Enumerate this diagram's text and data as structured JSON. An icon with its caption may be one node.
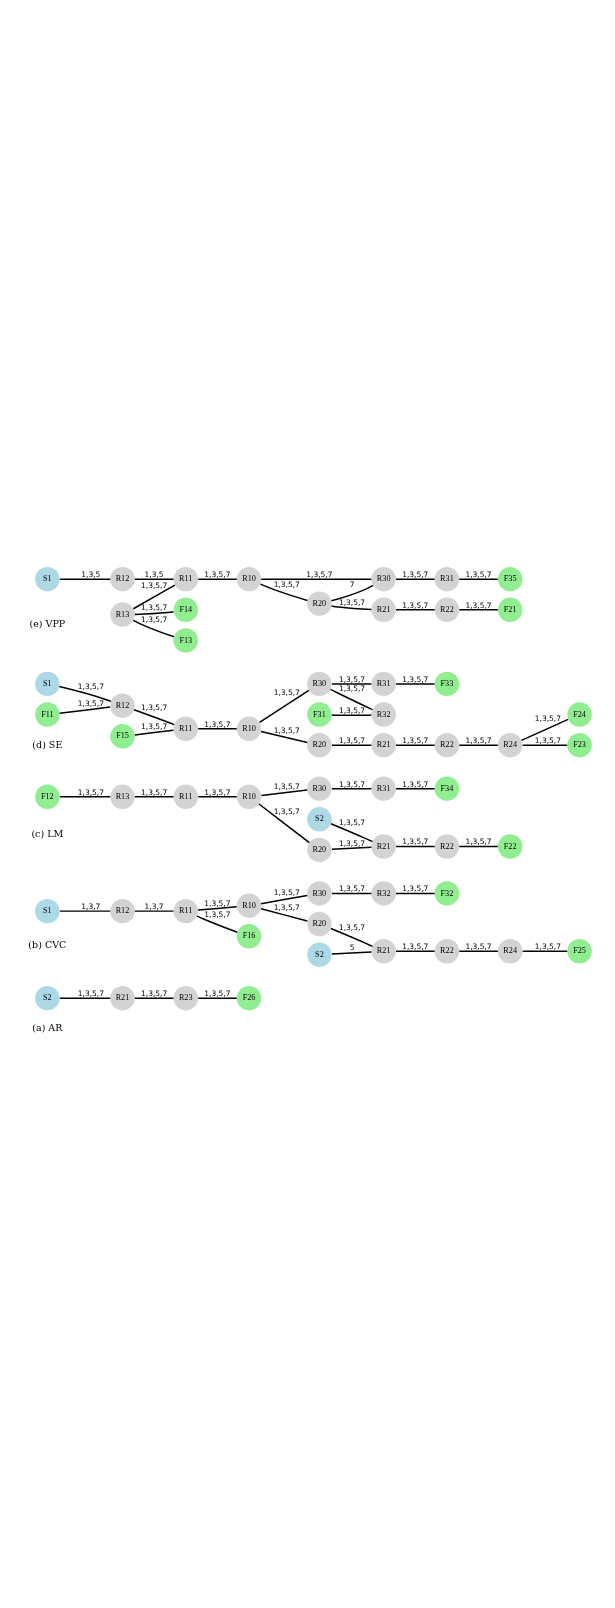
{
  "diagram": {
    "nodes": [
      {
        "text": [
          "S2"
        ]
      },
      {
        "text": [
          "R21"
        ]
      },
      {
        "text": [
          "R23"
        ]
      },
      {
        "text": [
          "F26"
        ]
      },
      {
        "text": [
          "S1"
        ]
      },
      {
        "text": [
          "R12"
        ]
      },
      {
        "text": [
          "R11"
        ]
      },
      {
        "text": [
          "F16"
        ]
      },
      {
        "text": [
          "R10"
        ]
      },
      {
        "text": [
          "R20"
        ]
      },
      {
        "text": [
          "S2"
        ]
      },
      {
        "text": [
          "R21"
        ]
      },
      {
        "text": [
          "R22"
        ]
      },
      {
        "text": [
          "R24"
        ]
      },
      {
        "text": [
          "F25"
        ]
      },
      {
        "text": [
          "R30"
        ]
      },
      {
        "text": [
          "R32"
        ]
      },
      {
        "text": [
          "F32"
        ]
      },
      {
        "text": [
          "S2"
        ]
      },
      {
        "text": [
          "F22"
        ]
      },
      {
        "text": [
          "R22"
        ]
      },
      {
        "text": [
          "F12"
        ]
      },
      {
        "text": [
          "R11"
        ]
      },
      {
        "text": [
          "R21"
        ]
      },
      {
        "text": [
          "R13"
        ]
      },
      {
        "text": [
          "R10"
        ]
      },
      {
        "text": [
          "R20"
        ]
      },
      {
        "text": [
          "R30"
        ]
      },
      {
        "text": [
          "R31"
        ]
      },
      {
        "text": [
          "F34"
        ]
      },
      {
        "text": [
          "S1"
        ]
      },
      {
        "text": [
          "F11"
        ]
      },
      {
        "text": [
          "F15"
        ]
      },
      {
        "text": [
          "R12"
        ]
      },
      {
        "text": [
          "R22"
        ]
      },
      {
        "text": [
          "F23"
        ]
      },
      {
        "text": [
          "R11"
        ]
      },
      {
        "text": [
          "R21"
        ]
      },
      {
        "text": [
          "R24"
        ]
      },
      {
        "text": [
          "R10"
        ]
      },
      {
        "text": [
          "R20"
        ]
      },
      {
        "text": [
          "F24"
        ]
      },
      {
        "text": [
          "R30"
        ]
      },
      {
        "text": [
          "F31"
        ]
      },
      {
        "text": [
          "F33"
        ]
      },
      {
        "text": [
          "R32"
        ]
      },
      {
        "text": [
          "R31"
        ]
      },
      {
        "text": [
          "S1"
        ]
      },
      {
        "text": [
          "F21"
        ]
      },
      {
        "text": [
          "R12"
        ]
      },
      {
        "text": [
          "R22"
        ]
      },
      {
        "text": [
          "R11"
        ]
      },
      {
        "text": [
          "R21"
        ]
      },
      {
        "text": [
          "R13"
        ]
      },
      {
        "text": [
          "R10"
        ]
      },
      {
        "text": [
          "R20"
        ]
      },
      {
        "text": [
          "F13"
        ]
      },
      {
        "text": [
          "R30"
        ]
      },
      {
        "text": [
          "F14"
        ]
      },
      {
        "text": [
          "R31"
        ]
      },
      {
        "text": [
          "F35"
        ]
      }
    ],
    "edges": [
      {
        "from": 0,
        "to": 1,
        "arrow": "none",
        "label": "1,3,5,7"
      },
      {
        "from": 1,
        "to": 2,
        "arrow": "none",
        "label": "1,3,5,7"
      },
      {
        "from": 2,
        "to": 3,
        "arrow": "none",
        "label": "1,3,5,7"
      },
      {
        "from": 4,
        "to": 5,
        "arrow": "none",
        "label": "1,3,7"
      },
      {
        "from": 5,
        "to": 6,
        "arrow": "none",
        "label": "1,3,7"
      },
      {
        "from": 6,
        "to": 7,
        "arrow": "none",
        "label": "1,3,5,7"
      },
      {
        "from": 6,
        "to": 8,
        "arrow": "none",
        "label": "1,3,5,7"
      },
      {
        "from": 8,
        "to": 9,
        "arrow": "none",
        "label": "1,3,5,7"
      },
      {
        "from": 9,
        "to": 11,
        "arrow": "none",
        "label": "1,3,5,7"
      },
      {
        "from": 10,
        "to": 11,
        "arrow": "none",
        "label": "5"
      },
      {
        "from": 11,
        "to": 12,
        "arrow": "none",
        "label": "1,3,5,7"
      },
      {
        "from": 12,
        "to": 13,
        "arrow": "none",
        "label": "1,3,5,7"
      },
      {
        "from": 13,
        "to": 14,
        "arrow": "none",
        "label": "1,3,5,7"
      },
      {
        "from": 8,
        "to": 15,
        "arrow": "none",
        "label": "1,3,5,7"
      },
      {
        "from": 15,
        "to": 16,
        "arrow": "none",
        "label": "1,3,5,7"
      },
      {
        "from": 16,
        "to": 17,
        "arrow": "none",
        "label": "1,3,5,7"
      },
      {
        "from": 21,
        "to": 24,
        "arrow": "none",
        "label": "1,3,5,7"
      },
      {
        "from": 24,
        "to": 22,
        "arrow": "none",
        "label": "1,3,5,7"
      },
      {
        "from": 22,
        "to": 25,
        "arrow": "none",
        "label": "1,3,5,7"
      },
      {
        "from": 25,
        "to": 26,
        "arrow": "none",
        "label": "1,3,5,7"
      },
      {
        "from": 26,
        "to": 23,
        "arrow": "none",
        "label": "1,3,5,7"
      },
      {
        "from": 18,
        "to": 23,
        "arrow": "none",
        "label": "1,3,5,7"
      },
      {
        "from": 23,
        "to": 20,
        "arrow": "none",
        "label": "1,3,5,7"
      },
      {
        "from": 20,
        "to": 19,
        "arrow": "none",
        "label": "1,3,5,7"
      },
      {
        "from": 25,
        "to": 27,
        "arrow": "none",
        "label": "1,3,5,7"
      },
      {
        "from": 27,
        "to": 28,
        "arrow": "none",
        "label": "1,3,5,7"
      },
      {
        "from": 28,
        "to": 29,
        "arrow": "none",
        "label": "1,3,5,7"
      },
      {
        "from": 30,
        "to": 33,
        "arrow": "none",
        "label": "1,3,5,7"
      },
      {
        "from": 31,
        "to": 33,
        "arrow": "none",
        "label": "1,3,5,7"
      },
      {
        "from": 33,
        "to": 36,
        "arrow": "none",
        "label": "1,3,5,7"
      },
      {
        "from": 32,
        "to": 36,
        "arrow": "none",
        "label": "1,3,5,7"
      },
      {
        "from": 36,
        "to": 39,
        "arrow": "none",
        "label": "1,3,5,7"
      },
      {
        "from": 39,
        "to": 40,
        "arrow": "none",
        "label": "1,3,5,7"
      },
      {
        "from": 40,
        "to": 37,
        "arrow": "none",
        "label": "1,3,5,7"
      },
      {
        "from": 37,
        "to": 34,
        "arrow": "none",
        "label": "1,3,5,7"
      },
      {
        "from": 34,
        "to": 38,
        "arrow": "none",
        "label": "1,3,5,7"
      },
      {
        "from": 38,
        "to": 35,
        "arrow": "none",
        "label": "1,3,5,7"
      },
      {
        "from": 38,
        "to": 41,
        "arrow": "none",
        "label": "1,3,5,7"
      },
      {
        "from": 39,
        "to": 42,
        "arrow": "none",
        "label": "1,3,5,7"
      },
      {
        "from": 42,
        "to": 45,
        "arrow": "none",
        "label": "1,3,5,7"
      },
      {
        "from": 43,
        "to": 45,
        "arrow": "none",
        "label": "1,3,5,7"
      },
      {
        "from": 42,
        "to": 46,
        "arrow": "none",
        "label": "1,3,5,7"
      },
      {
        "from": 46,
        "to": 44,
        "arrow": "none",
        "label": "1,3,5,7"
      },
      {
        "from": 47,
        "to": 49,
        "arrow": "none",
        "label": "1,3,5"
      },
      {
        "from": 49,
        "to": 51,
        "arrow": "none",
        "label": "1,3,5"
      },
      {
        "from": 53,
        "to": 51,
        "arrow": "none",
        "label": "1,3,5,7"
      },
      {
        "from": 53,
        "to": 56,
        "arrow": "none",
        "label": "1,3,5,7"
      },
      {
        "from": 53,
        "to": 58,
        "arrow": "none",
        "label": "1,3,5,7"
      },
      {
        "from": 51,
        "to": 54,
        "arrow": "none",
        "label": "1,3,5,7"
      },
      {
        "from": 54,
        "to": 55,
        "arrow": "none",
        "label": "1,3,5,7"
      },
      {
        "from": 55,
        "to": 52,
        "arrow": "none",
        "label": "1,3,5,7"
      },
      {
        "from": 52,
        "to": 50,
        "arrow": "none",
        "label": "1,3,5,7"
      },
      {
        "from": 50,
        "to": 48,
        "arrow": "none",
        "label": "1,3,5,7"
      },
      {
        "from": 54,
        "to": 57,
        "arrow": "none",
        "label": "1,3,5,7"
      },
      {
        "from": 55,
        "to": 57,
        "arrow": "none",
        "label": "7"
      },
      {
        "from": 57,
        "to": 59,
        "arrow": "none",
        "label": "1,3,5,7"
      },
      {
        "from": 59,
        "to": 60,
        "arrow": "none",
        "label": "1,3,5,7"
      }
    ],
    "labels": [
      "(a) AR",
      "(b) CVC",
      "(c) LM",
      "(d) SE",
      "(e) VPP"
    ]
  }
}
